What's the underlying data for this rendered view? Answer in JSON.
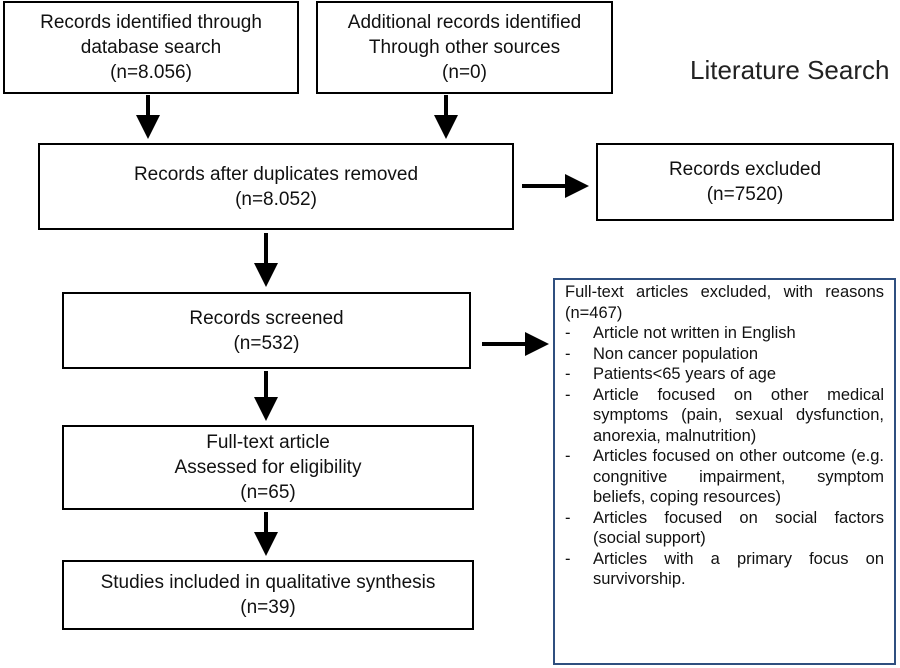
{
  "title": "Literature Search",
  "boxes": {
    "database_search": {
      "line1": "Records identified through",
      "line2": "database search",
      "line3": "(n=8.056)"
    },
    "other_sources": {
      "line1": "Additional records identified",
      "line2": "Through other sources",
      "line3": "(n=0)"
    },
    "duplicates_removed": {
      "line1": "Records after duplicates removed",
      "line2": "(n=8.052)"
    },
    "records_excluded": {
      "line1": "Records excluded",
      "line2": "(n=7520)"
    },
    "records_screened": {
      "line1": "Records screened",
      "line2": "(n=532)"
    },
    "full_text": {
      "line1": "Full-text article",
      "line2": "Assessed for eligibility",
      "line3": "(n=65)"
    },
    "included": {
      "line1": "Studies included in qualitative synthesis",
      "line2": "(n=39)"
    }
  },
  "exclusion": {
    "heading": "Full-text articles excluded, with reasons (n=467)",
    "reasons": [
      "Article not written in English",
      "Non cancer population",
      "Patients<65 years of age",
      "Article focused on other medical symptoms (pain, sexual dysfunction, anorexia, malnutrition)",
      "Articles focused on other outcome (e.g. congnitive impairment, symptom beliefs, coping resources)",
      "Articles focused on social factors (social support)",
      "Articles with a primary focus on survivorship."
    ]
  }
}
